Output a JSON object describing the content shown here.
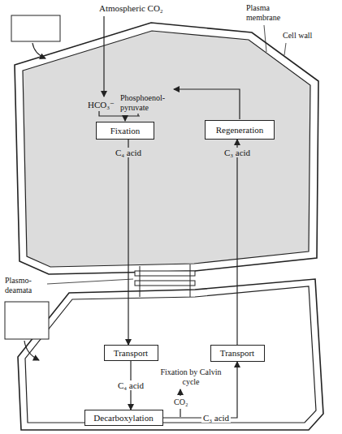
{
  "diagram": {
    "nodes": [
      {
        "text": [
          "Fixation"
        ]
      },
      {
        "text": [
          "Regeneration"
        ]
      },
      {
        "text": [
          "Transport"
        ]
      },
      {
        "text": [
          "Transport"
        ]
      },
      {
        "text": [
          "Decarboxylation"
        ]
      }
    ],
    "edges": [
      {
        "from": 0,
        "to": 2,
        "arrow": "to",
        "label": "C₄ acid"
      },
      {
        "from": 2,
        "to": 4,
        "arrow": "to",
        "label": "C₄ acid"
      },
      {
        "from": 4,
        "to": 3,
        "arrow": "to",
        "label": "C₃ acid"
      },
      {
        "from": 3,
        "to": 1,
        "arrow": "to",
        "label": "C₃ acid"
      }
    ],
    "labels": [
      "Atmospheric CO₂",
      "Plasma membrane",
      "Cell wall",
      "HCO₃⁻",
      "Phosphoenol-pyruvate",
      "Plasmo-deamata",
      "Fixation by Calvin cycle",
      "CO₂"
    ]
  }
}
